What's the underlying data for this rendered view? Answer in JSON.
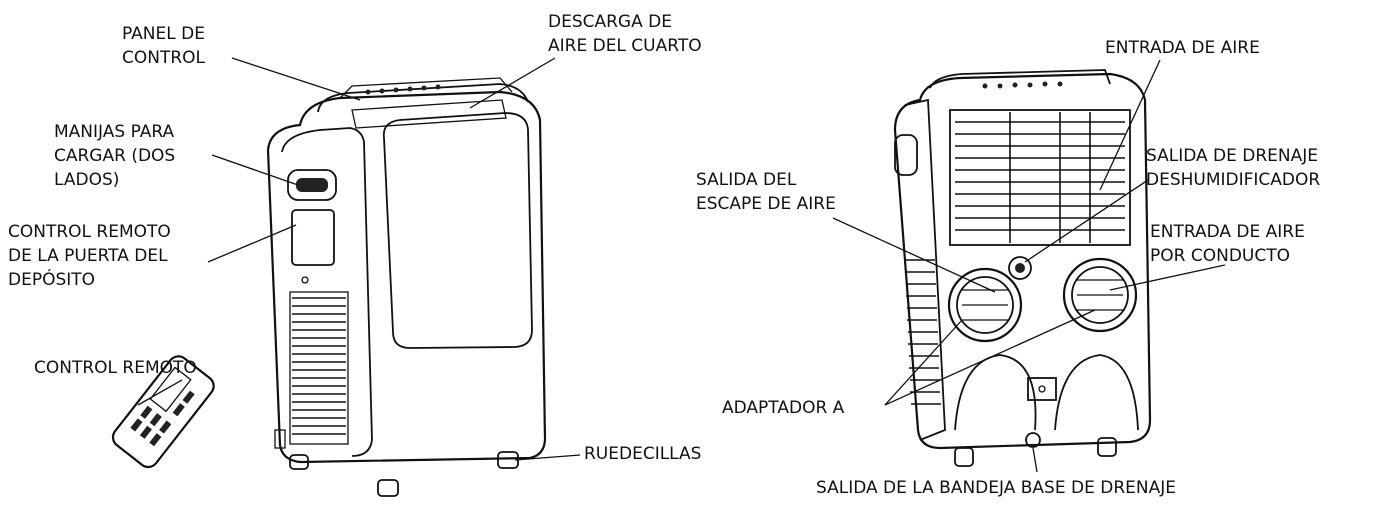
{
  "labels": {
    "panel_control": [
      "PANEL DE",
      "CONTROL"
    ],
    "descarga": [
      "DESCARGA DE",
      "AIRE DEL CUARTO"
    ],
    "manijas": [
      "MANIJAS PARA",
      "CARGAR (DOS",
      "LADOS)"
    ],
    "control_puerta": [
      "CONTROL REMOTO",
      "DE LA PUERTA DEL",
      "DEPÓSITO"
    ],
    "control_remoto": "CONTROL REMOTO",
    "ruedecillas": "RUEDECILLAS",
    "entrada_aire": "ENTRADA DE AIRE",
    "salida_drenaje": [
      "SALIDA DE DRENAJE",
      "DESHUMIDIFICADOR"
    ],
    "salida_escape": [
      "SALIDA DEL",
      "ESCAPE DE AIRE"
    ],
    "entrada_conducto": [
      "ENTRADA DE AIRE",
      "POR CONDUCTO"
    ],
    "adaptador": "ADAPTADOR A",
    "bandeja": "SALIDA DE LA BANDEJA BASE DE DRENAJE"
  }
}
